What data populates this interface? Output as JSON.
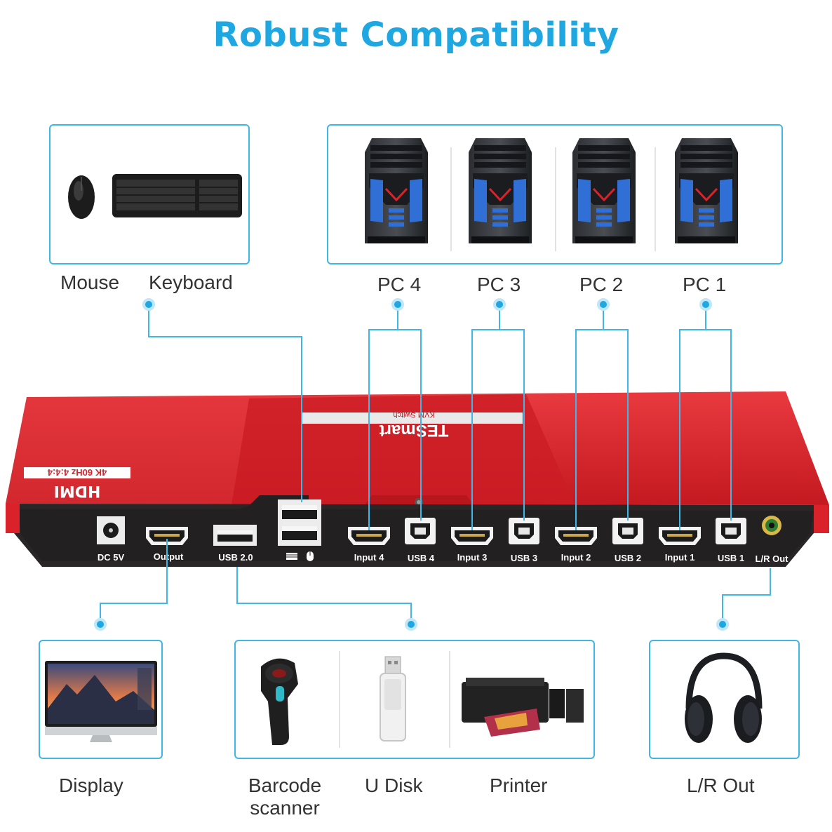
{
  "title": "Robust Compatibility",
  "top_labels": {
    "mouse": "Mouse",
    "keyboard": "Keyboard",
    "pc4": "PC 4",
    "pc3": "PC 3",
    "pc2": "PC 2",
    "pc1": "PC 1"
  },
  "bottom_labels": {
    "display": "Display",
    "barcode_line1": "Barcode",
    "barcode_line2": "scanner",
    "udisk": "U Disk",
    "printer": "Printer",
    "lrout": "L/R Out"
  },
  "device": {
    "brand": "TESmart",
    "model": "KVM Switch",
    "hdmi": "HDMI",
    "spec": "4K 60Hz 4:4:4",
    "ports": {
      "dc": "DC 5V",
      "output": "Output",
      "usb20": "USB 2.0",
      "input4": "Input 4",
      "usb4": "USB 4",
      "input3": "Input 3",
      "usb3": "USB 3",
      "input2": "Input 2",
      "usb2": "USB 2",
      "input1": "Input 1",
      "usb1": "USB 1",
      "lrout": "L/R Out"
    }
  },
  "colors": {
    "accent": "#1ea7e0",
    "line": "#3fb6e6",
    "device_red": "#d9222a",
    "device_back": "#2a2628"
  }
}
